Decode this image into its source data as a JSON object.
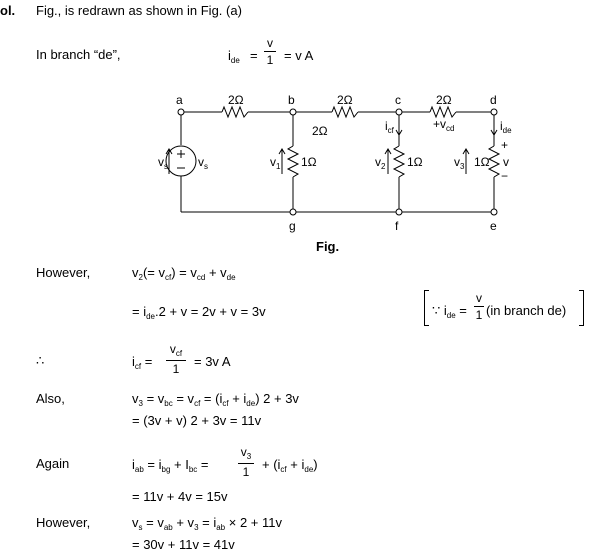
{
  "header": {
    "sol_label": "ol.",
    "intro_text": "Fig., is redrawn as shown in Fig. (a)"
  },
  "branch_de": {
    "label": "In branch “de”,",
    "lhs": "i",
    "lhs_sub": "de",
    "eq1": "=",
    "frac_num": "v",
    "frac_den": "1",
    "rhs": "= v A"
  },
  "circuit": {
    "node_labels": [
      "a",
      "b",
      "c",
      "d",
      "g",
      "f",
      "e"
    ],
    "resistor_labels": [
      "2Ω",
      "2Ω",
      "2Ω",
      "2Ω",
      "1Ω",
      "1Ω",
      "1Ω"
    ],
    "source_left_label": "v",
    "source_left_sub": "s",
    "source_right_label": "v",
    "source_right_sub": "s",
    "v1_label": "v",
    "v1_sub": "1",
    "v2_label": "v",
    "v2_sub": "2",
    "v3_label": "v",
    "v3_sub": "3",
    "icf_label": "i",
    "icf_sub": "cf",
    "vcd_label": "+v",
    "vcd_sub": "cd",
    "ide_label": "i",
    "ide_sub": "de",
    "plus_sign": "+",
    "v_label": "v",
    "minus_sign": "−",
    "caption": "Fig."
  },
  "steps": {
    "however1_label": "However,",
    "line1": {
      "a": "v",
      "a_sub": "2",
      "b": "(= v",
      "b_sub": "cf",
      "c": ") = v",
      "c_sub": "cd",
      "d": " + v",
      "d_sub": "de"
    },
    "line2": {
      "a": "= i",
      "a_sub": "de",
      "b": ".2 + v = 2v + v = 3v"
    },
    "note": {
      "since": "∵ i",
      "since_sub": "de",
      "eq": " = ",
      "num": "v",
      "den": "1",
      "tail": "(in branch de)"
    },
    "therefore_label": "∴",
    "line3": {
      "a": "i",
      "a_sub": "cf",
      "eq": " = ",
      "num": "v",
      "num_sub": "cf",
      "den": "1",
      "tail": "= 3v A"
    },
    "also_label": "Also,",
    "line4": {
      "a": "v",
      "a_sub": "3",
      "b": " = v",
      "b_sub": "bc",
      "c": " = v",
      "c_sub": "cf",
      "d": " = (i",
      "d_sub": "cf",
      "e": " + i",
      "e_sub": "de",
      "f": ") 2 + 3v"
    },
    "line5": "= (3v + v) 2 + 3v = 11v",
    "again_label": "Again",
    "line6": {
      "a": "i",
      "a_sub": "ab",
      "b": " = i",
      "b_sub": "bg",
      "c": " + I",
      "c_sub": "bc",
      "eq": " = ",
      "num": "v",
      "num_sub": "3",
      "den": "1",
      "d": "+ (i",
      "d_sub": "cf",
      "e": " + i",
      "e_sub": "de",
      "f": ")"
    },
    "line7": "= 11v + 4v = 15v",
    "however2_label": "However,",
    "line8": {
      "a": "v",
      "a_sub": "s",
      "b": " = v",
      "b_sub": "ab",
      "c": " + v",
      "c_sub": "3",
      "d": " = i",
      "d_sub": "ab",
      "e": " × 2 + 11v"
    },
    "line9": "= 30v + 11v = 41v"
  }
}
